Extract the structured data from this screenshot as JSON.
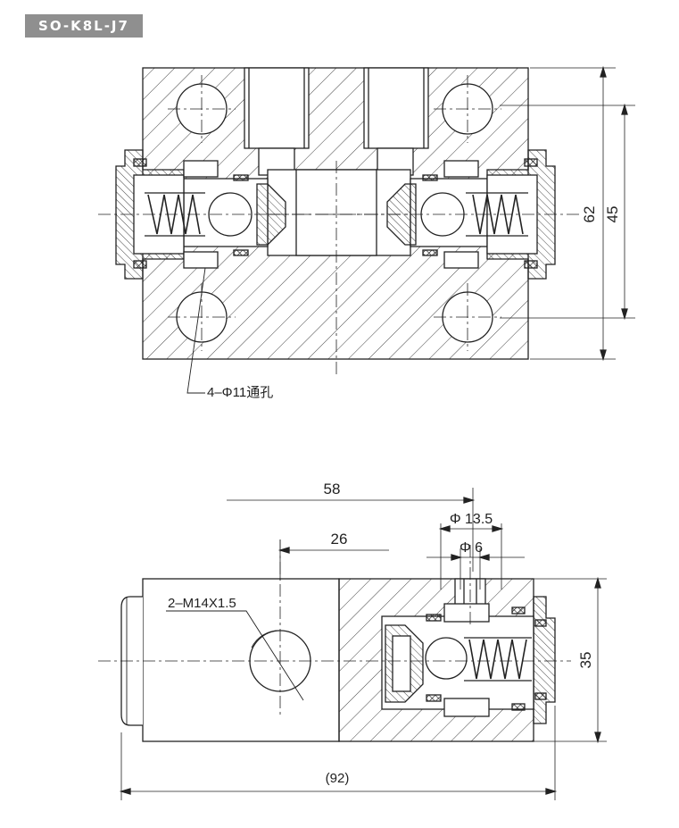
{
  "model_code": "SO-K8L-J7",
  "top_view": {
    "callout_holes": "4–Φ11通孔",
    "dim_height_total": "62",
    "dim_height_holes": "45"
  },
  "side_view": {
    "dim_58": "58",
    "dim_26": "26",
    "dim_phi_outer": "Φ 13.5",
    "dim_phi_inner": "Φ 6",
    "callout_thread": "2–M14X1.5",
    "dim_height": "35",
    "dim_length": "(92)"
  },
  "colors": {
    "line": "#222222",
    "badge": "#8f8f8f",
    "hatch": "#444444"
  }
}
